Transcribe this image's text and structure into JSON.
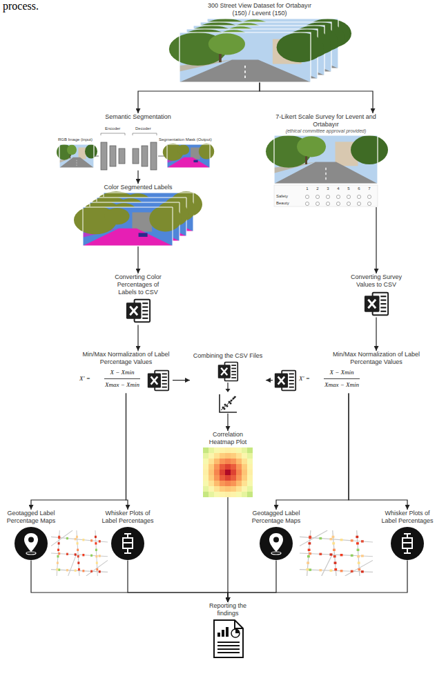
{
  "diagram": {
    "nodes": [
      {
        "text": [
          "300 Street View Dataset for Ortabayır (150) / Levent (150)"
        ]
      },
      {
        "text": [
          "Semantic Segmentation"
        ]
      },
      {
        "text": [
          "7-Likert Scale Survey for Levent and Ortabayır",
          "(ethical committee approval provided)"
        ]
      },
      {
        "text": [
          "Color Segmented Labels"
        ]
      },
      {
        "text": [
          "Converting Color Percentages of Labels to CSV"
        ]
      },
      {
        "text": [
          "Converting Survey Values to CSV"
        ]
      },
      {
        "text": [
          "Min/Max Normalization of Label Percentage Values"
        ]
      },
      {
        "text": [
          "Combining the CSV Files"
        ]
      },
      {
        "text": [
          "Min/Max Normalization of Label Percentage Values"
        ]
      },
      {
        "text": [
          "Geotagged Label Percentage Maps"
        ]
      },
      {
        "text": [
          "Whisker Plots of Label Percentages"
        ]
      },
      {
        "text": [
          "Correlation Heatmap Plot"
        ]
      },
      {
        "text": [
          "Geotagged Label Percentage Maps"
        ]
      },
      {
        "text": [
          "Whisker Plots of Label Percentages"
        ]
      },
      {
        "text": [
          "Reporting the findings"
        ]
      }
    ],
    "edges": [
      {
        "from": 0,
        "to": 1,
        "arrow": "to"
      },
      {
        "from": 0,
        "to": 2,
        "arrow": "to"
      },
      {
        "from": 1,
        "to": 3,
        "arrow": "to"
      },
      {
        "from": 3,
        "to": 4,
        "arrow": "to"
      },
      {
        "from": 4,
        "to": 6,
        "arrow": "to"
      },
      {
        "from": 2,
        "to": 5,
        "arrow": "to"
      },
      {
        "from": 5,
        "to": 8,
        "arrow": "to"
      },
      {
        "from": 6,
        "to": 7,
        "arrow": "to"
      },
      {
        "from": 8,
        "to": 7,
        "arrow": "to"
      },
      {
        "from": 7,
        "to": 11,
        "arrow": "to"
      },
      {
        "from": 6,
        "to": 9,
        "arrow": "to"
      },
      {
        "from": 6,
        "to": 10,
        "arrow": "to"
      },
      {
        "from": 8,
        "to": 12,
        "arrow": "to"
      },
      {
        "from": 8,
        "to": 13,
        "arrow": "to"
      },
      {
        "from": 9,
        "to": 14,
        "arrow": "to"
      },
      {
        "from": 10,
        "to": 14,
        "arrow": "to"
      },
      {
        "from": 11,
        "to": 14,
        "arrow": "to"
      },
      {
        "from": 12,
        "to": 14,
        "arrow": "to"
      },
      {
        "from": 13,
        "to": 14,
        "arrow": "to"
      }
    ],
    "labels": [
      "process.",
      "RGB Image (input)",
      "Encoder",
      "Decoder",
      "Segmentation Mask (Output)",
      "1",
      "2",
      "3",
      "4",
      "5",
      "6",
      "7",
      "Safety",
      "Beauty",
      "X′ =",
      "X − Xmin",
      "Xmax − Xmin",
      "X′ =",
      "X − Xmin",
      "Xmax − Xmin"
    ]
  }
}
